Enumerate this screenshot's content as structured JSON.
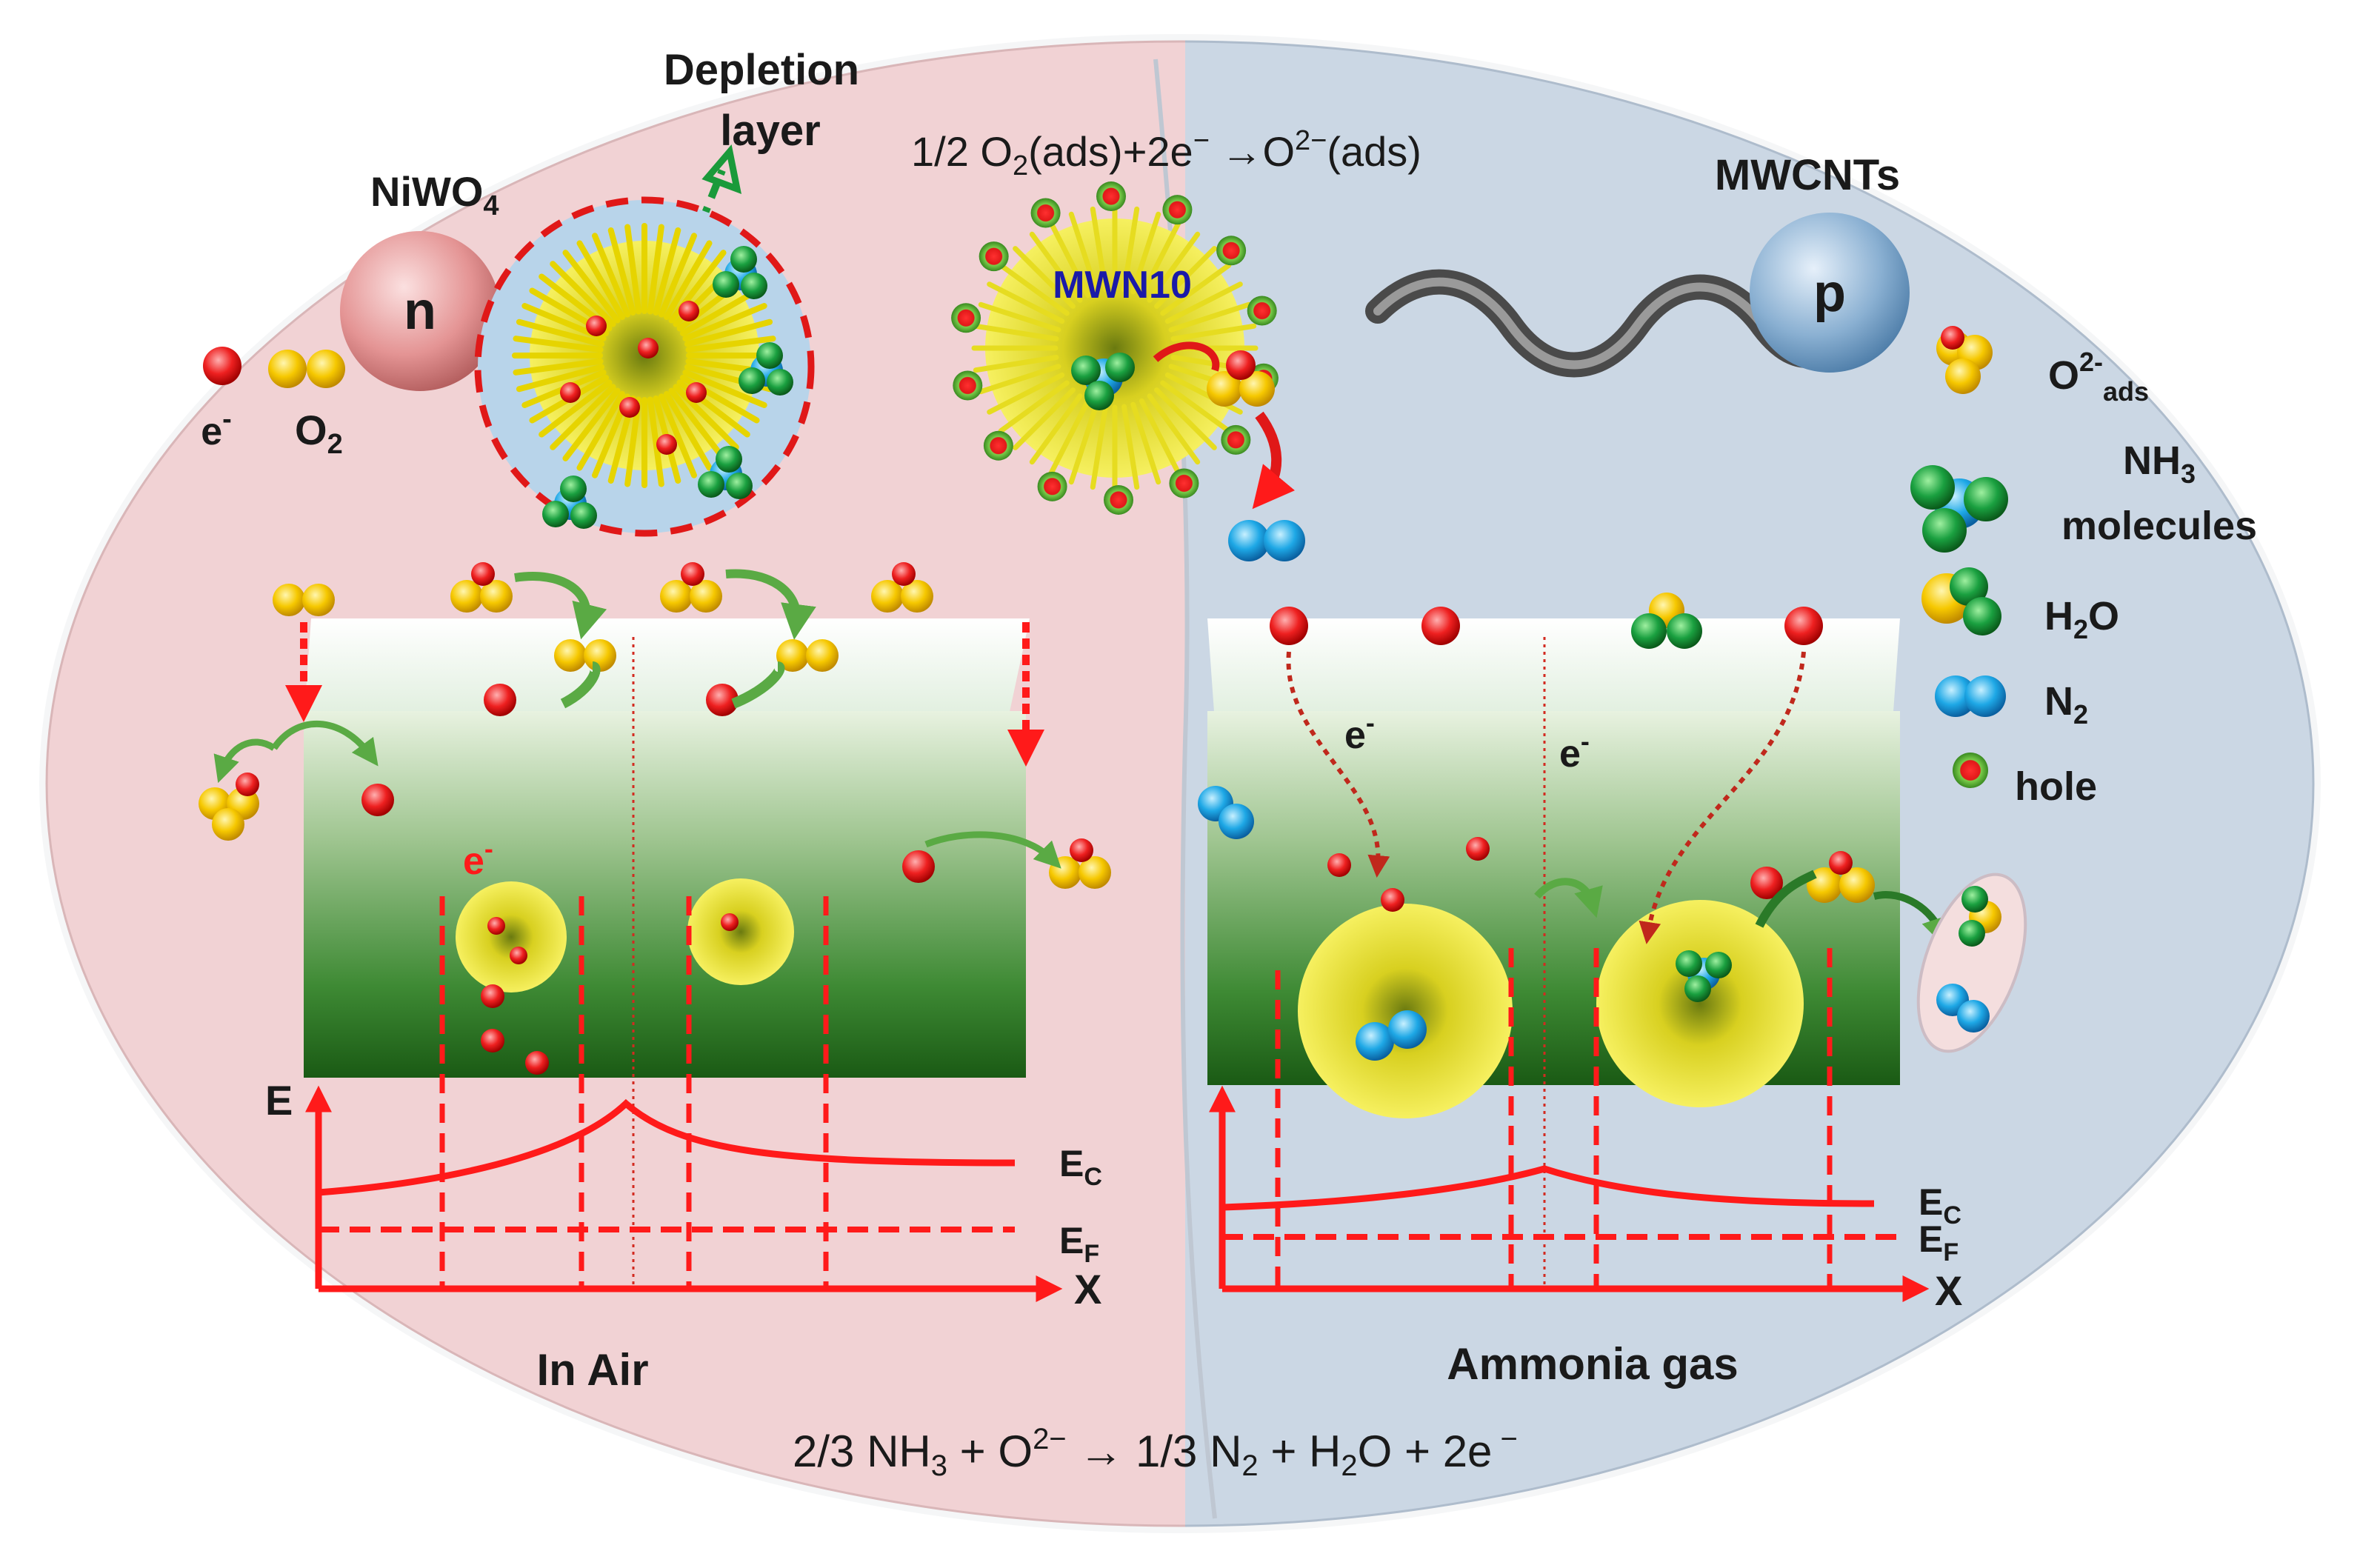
{
  "labels": {
    "depletion_line1": "Depletion",
    "depletion_line2": "layer",
    "niwo4": "NiWO",
    "niwo4_sub": "4",
    "n": "n",
    "p": "p",
    "electron": "e",
    "electron_sup": "-",
    "o2": "O",
    "o2_sub": "2",
    "mwn10": "MWN10",
    "mwcnts": "MWCNTs",
    "in_air": "In Air",
    "ammonia_gas": "Ammonia gas",
    "axis_e": "E",
    "axis_x": "X",
    "ec": "E",
    "ec_sub": "C",
    "ef": "E",
    "ef_sub": "F"
  },
  "equations": {
    "top_a": "1/2 O",
    "top_sub": "2",
    "top_b": "(ads)+2e",
    "top_sup1": "−",
    "top_c": " →O",
    "top_sup2": "2−",
    "top_d": "(ads)",
    "bottom_a": "2/3 NH",
    "bottom_sub1": "3",
    "bottom_b": " + O",
    "bottom_sup": "2−",
    "bottom_c": " → 1/3 N",
    "bottom_sub2": "2",
    "bottom_d": " + H",
    "bottom_sub3": "2",
    "bottom_e": "O + 2e",
    "bottom_sup2": " −"
  },
  "legend": {
    "o2_ads": "O",
    "o2_ads_sup": "2-",
    "o2_ads_sub": "ads",
    "nh3": "NH",
    "nh3_sub": "3",
    "molecules": "molecules",
    "h2o_a": "H",
    "h2o_sub": "2",
    "h2o_b": "O",
    "n2": "N",
    "n2_sub": "2",
    "hole": "hole"
  },
  "colors": {
    "air_panel": "#f0d0d2",
    "ammonia_panel": "#c9d5e2",
    "band_red": "#ff1a1a",
    "electron_red": "#e8131a",
    "oxygen_yellow": "#f5c400",
    "nh3_green": "#1a9a3a",
    "n2_cyan": "#1ea0e0",
    "film_green_top": "#d8ead0",
    "film_green_bottom": "#1e6a1e",
    "n_sphere": "#e89898",
    "p_sphere": "#8aaed0"
  }
}
